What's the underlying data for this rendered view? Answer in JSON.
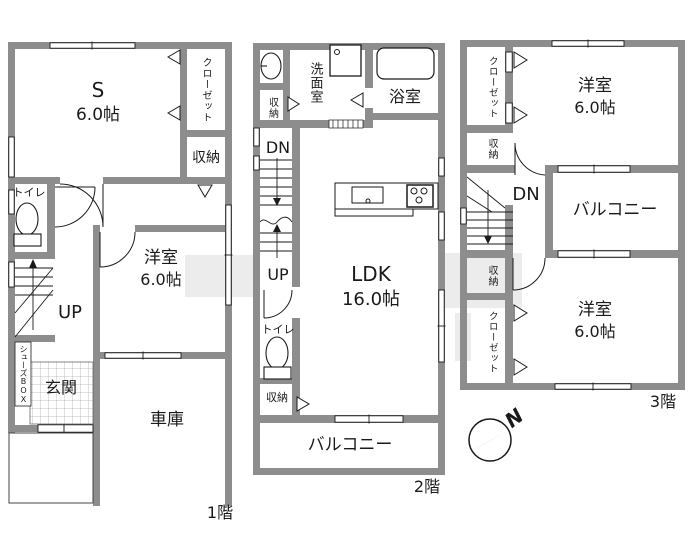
{
  "floor1": {
    "label": "1階",
    "s_room": "S",
    "s_room_size": "6.0帖",
    "closet": "クローゼット",
    "storage": "収納",
    "toilet": "トイレ",
    "stairs_up": "UP",
    "shoes_box": "シューズBOX",
    "entrance": "玄関",
    "garage": "車庫",
    "bedroom": "洋室",
    "bedroom_size": "6.0帖"
  },
  "floor2": {
    "label": "2階",
    "washroom": "洗面室",
    "bathroom": "浴室",
    "storage_upper": "収納",
    "stairs_down": "DN",
    "stairs_up": "UP",
    "toilet": "トイレ",
    "storage_lower": "収納",
    "ldk": "LDK",
    "ldk_size": "16.0帖",
    "balcony": "バルコニー"
  },
  "floor3": {
    "label": "3階",
    "closet_upper": "クローゼット",
    "bedroom_upper": "洋室",
    "bedroom_upper_size": "6.0帖",
    "storage_upper": "収納",
    "stairs_down": "DN",
    "balcony": "バルコニー",
    "storage_lower": "収納",
    "closet_lower": "クローゼット",
    "bedroom_lower": "洋室",
    "bedroom_lower_size": "6.0帖"
  },
  "compass": {
    "north": "N"
  },
  "colors": {
    "wall": "#8d8d8d",
    "line": "#1a1a1a",
    "background": "#ffffff",
    "tile_line": "#b0b0b0",
    "watermark": "#dadada"
  }
}
